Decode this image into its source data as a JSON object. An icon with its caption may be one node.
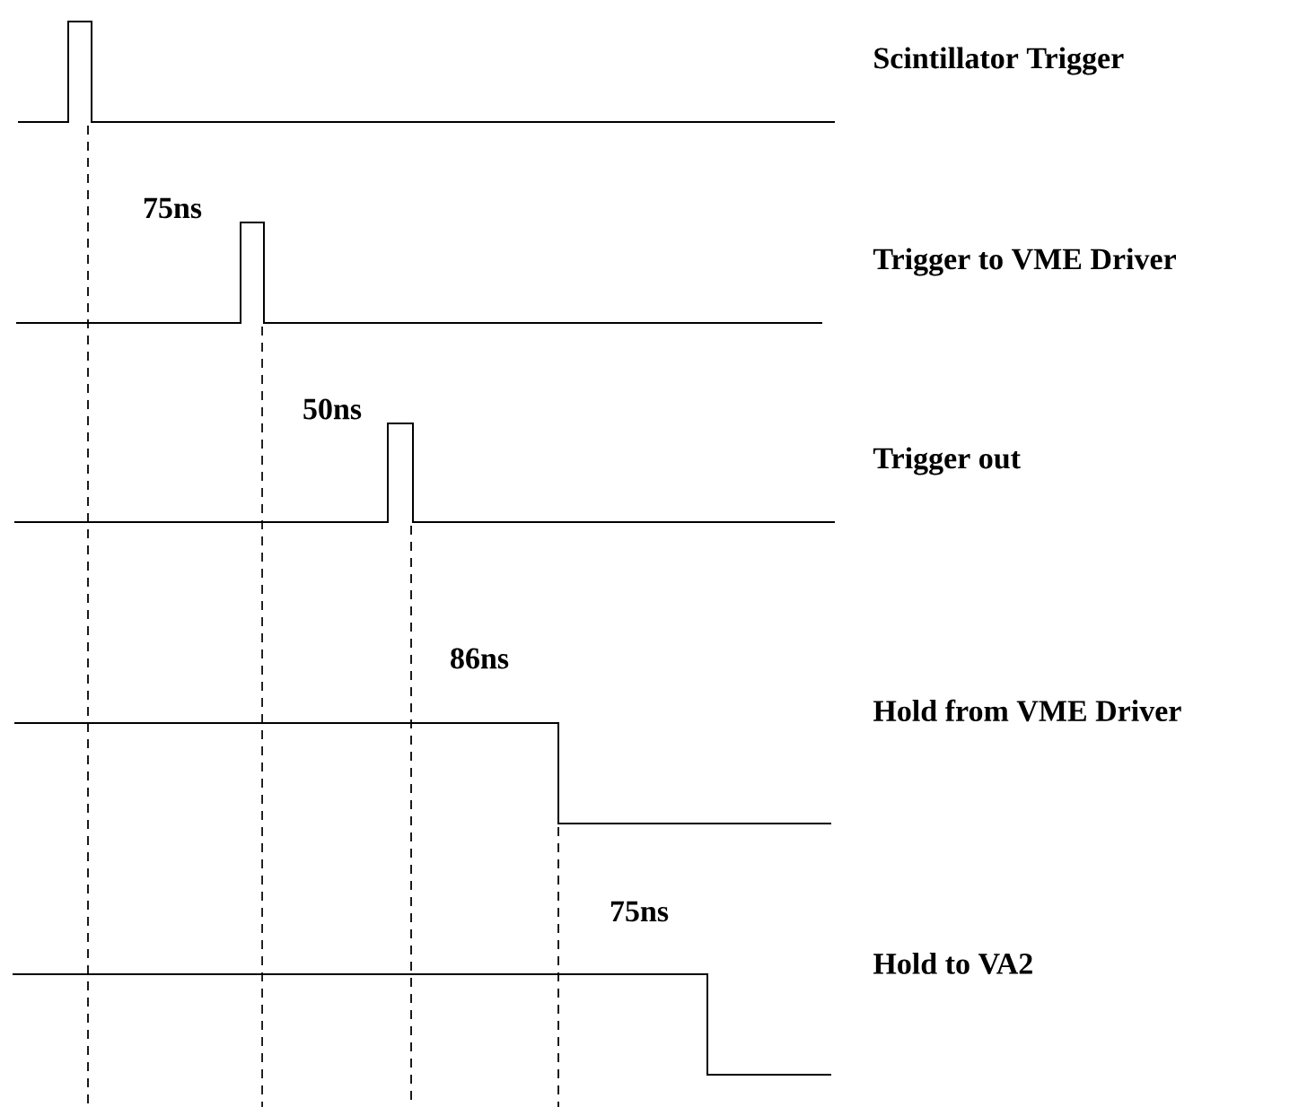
{
  "diagram": {
    "labels": [
      "Scintillator Trigger",
      "75ns",
      "Trigger to VME Driver",
      "50ns",
      "Trigger out",
      "86ns",
      "Hold from VME Driver",
      "75ns",
      "Hold to VA2"
    ]
  }
}
